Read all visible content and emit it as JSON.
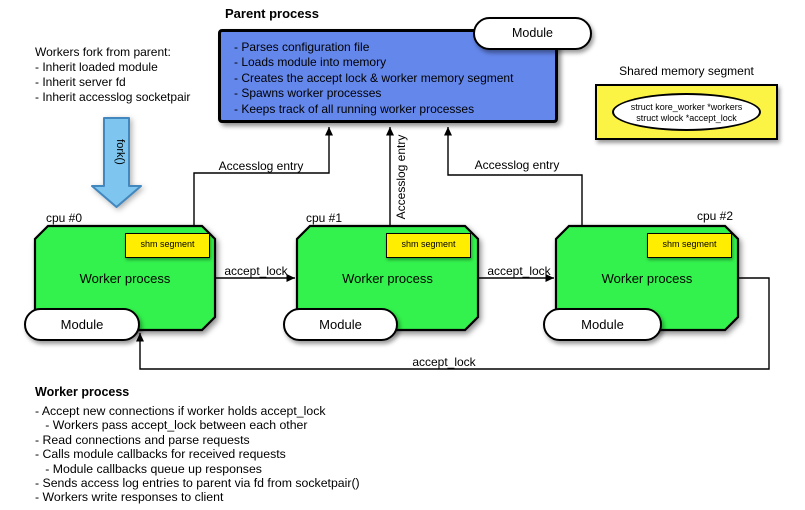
{
  "colors": {
    "parent_box": "#6487ec",
    "worker_box": "#33f24d",
    "shm_box": "#ffee00",
    "shared_box": "#fcf445",
    "fork_arrow": "#7ec6ef",
    "fork_arrow_border": "#4287bd",
    "line": "#000000"
  },
  "parent": {
    "title": "Parent process",
    "bullets": [
      "- Parses configuration file",
      "- Loads module into memory",
      "- Creates the accept lock & worker memory segment",
      "- Spawns worker processes",
      "- Keeps track of all running worker processes"
    ],
    "module_label": "Module"
  },
  "shared_memory": {
    "title": "Shared memory segment",
    "line1": "struct kore_worker *workers",
    "line2": "struct wlock *accept_lock"
  },
  "fork_note": {
    "title": "Workers fork from parent:",
    "bullets": [
      "- Inherit loaded module",
      "- Inherit server fd",
      "- Inherit accesslog socketpair"
    ]
  },
  "fork_label": "fork()",
  "workers": [
    {
      "cpu": "cpu #0",
      "title": "Worker process",
      "shm_label": "shm segment",
      "module_label": "Module"
    },
    {
      "cpu": "cpu #1",
      "title": "Worker process",
      "shm_label": "shm segment",
      "module_label": "Module"
    },
    {
      "cpu": "cpu #2",
      "title": "Worker process",
      "shm_label": "shm segment",
      "module_label": "Module"
    }
  ],
  "edges": {
    "accesslog_left": "Accesslog entry",
    "accesslog_middle": "Accesslog entry",
    "accesslog_right": "Accesslog entry",
    "accept_lock_0_1": "accept_lock",
    "accept_lock_1_2": "accept_lock",
    "accept_lock_loop": "accept_lock"
  },
  "worker_notes": {
    "title": "Worker process",
    "bullets": [
      "- Accept new connections if worker holds accept_lock",
      "   - Workers pass accept_lock between each other",
      "- Read connections and parse requests",
      "- Calls module callbacks for received requests",
      "   - Module callbacks queue up responses",
      "- Sends access log entries to parent via fd from socketpair()",
      "- Workers write responses to client"
    ]
  }
}
